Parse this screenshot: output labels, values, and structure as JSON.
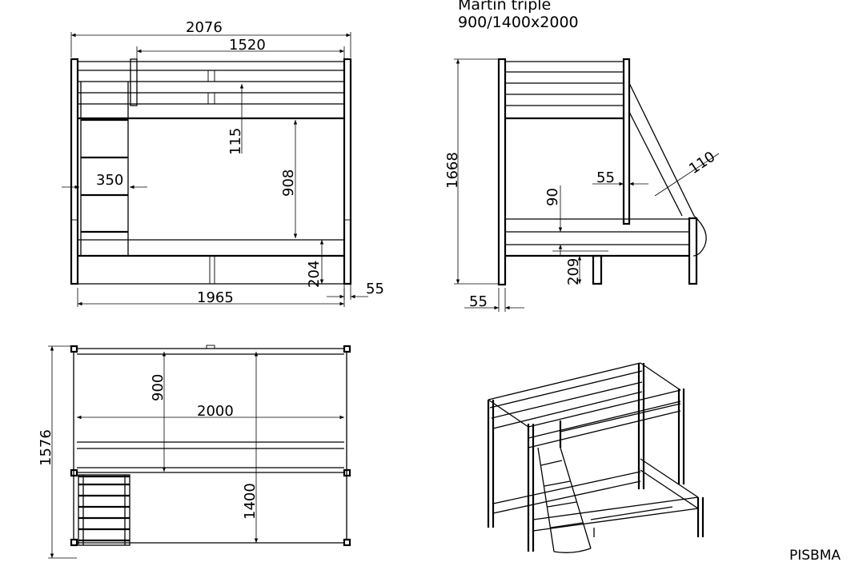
{
  "title": {
    "line1": "Martin triple",
    "line2": "900/1400x2000"
  },
  "code": "PISBMA",
  "front_view": {
    "dim_overall_width": "2076",
    "dim_upper_rail": "1520",
    "dim_rail_gap": "115",
    "dim_height_gap": "908",
    "dim_ladder_width": "350",
    "dim_lower_height": "204",
    "dim_post": "55",
    "dim_inner_width": "1965"
  },
  "side_view": {
    "dim_total_height": "1668",
    "dim_post_upper": "55",
    "dim_ladder_depth": "110",
    "dim_rail": "90",
    "dim_leg_height": "209",
    "dim_post_lower": "55"
  },
  "top_view": {
    "dim_upper_depth": "900",
    "dim_length": "2000",
    "dim_total_depth": "1576",
    "dim_lower_depth": "1400"
  }
}
